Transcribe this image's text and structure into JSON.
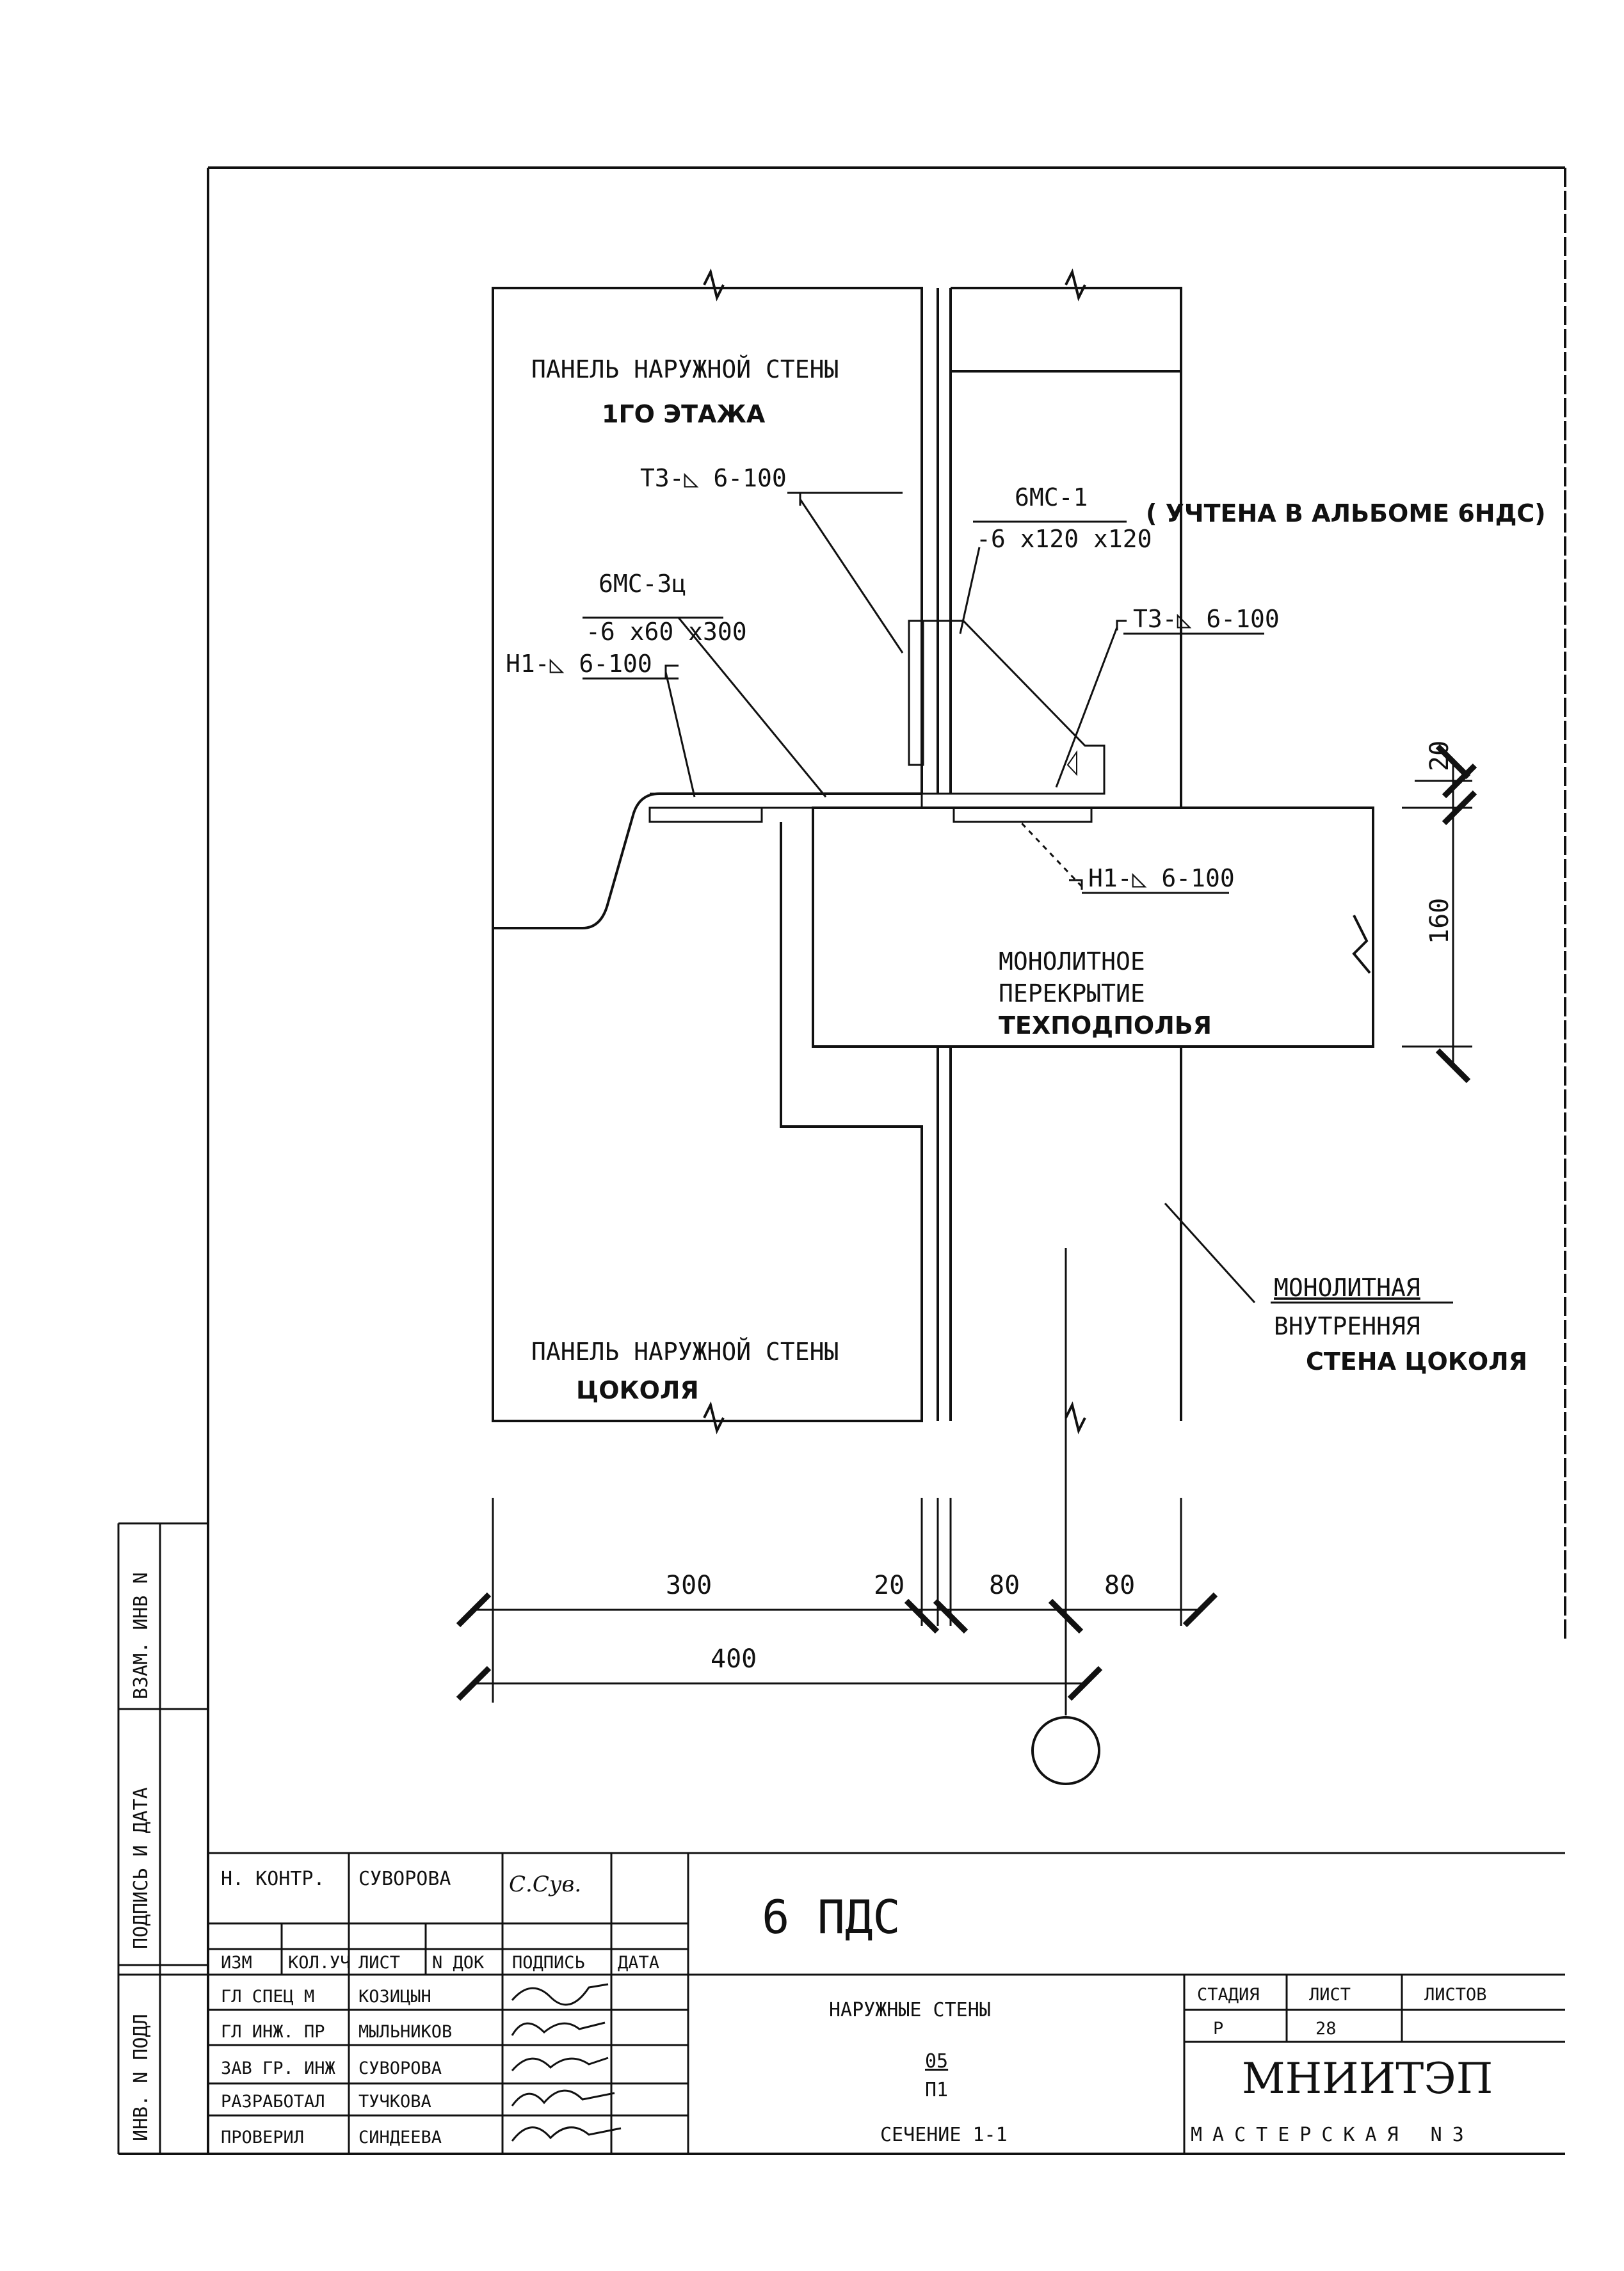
{
  "drawing": {
    "panel_top": {
      "line1": "ПАНЕЛЬ НАРУЖНОЙ СТЕНЫ",
      "line2": "1ГО ЭТАЖА"
    },
    "panel_bottom": {
      "line1": "ПАНЕЛЬ НАРУЖНОЙ СТЕНЫ",
      "line2": "ЦОКОЛЯ"
    },
    "slab": {
      "line1": "МОНОЛИТНОЕ",
      "line2": "ПЕРЕКРЫТИЕ",
      "line3": "ТЕХПОДПОЛЬЯ"
    },
    "inner_wall": {
      "line1": "МОНОЛИТНАЯ",
      "line2": "ВНУТРЕННЯЯ",
      "line3": "СТЕНА ЦОКОЛЯ"
    },
    "callouts": {
      "t3_left": "Т3-◺ 6-100",
      "t3_right": "Т3-◺ 6-100",
      "n1_left": "Н1-◺ 6-100",
      "n1_right": "Н1-◺ 6-100",
      "mc1_top": "6МС-1",
      "mc1_bottom": "-6 х120 х120",
      "mc1_note": "( УЧТЕНА В АЛЬБОМЕ 6НДС)",
      "mc3_top": "6МС-3ц",
      "mc3_bottom": "-6 х60 х300"
    },
    "dimensions": {
      "d300": "300",
      "d20_bottom": "20",
      "d80_left": "80",
      "d80_right": "80",
      "d400": "400",
      "d20_right": "20",
      "d160": "160"
    }
  },
  "side_stamp": {
    "vzam": "ВЗАМ. ИНВ N",
    "podpis": "ПОДПИСЬ И ДАТА",
    "inv": "ИНВ. N ПОДЛ"
  },
  "title_block": {
    "nkontr_label": "Н. КОНТР.",
    "nkontr_name": "СУВОРОВА",
    "header": {
      "izm": "ИЗМ",
      "kol": "КОЛ.УЧ",
      "list": "ЛИСТ",
      "ndok": "N ДОК",
      "podpis": "ПОДПИСЬ",
      "data": "ДАТА"
    },
    "people": [
      {
        "role": "ГЛ СПЕЦ М",
        "name": "КОЗИЦЫН"
      },
      {
        "role": "ГЛ ИНЖ. ПР",
        "name": "МЫЛЬНИКОВ"
      },
      {
        "role": "ЗАВ ГР. ИНЖ",
        "name": "СУВОРОВА"
      },
      {
        "role": "РАЗРАБОТАЛ",
        "name": "ТУЧКОВА"
      },
      {
        "role": "ПРОВЕРИЛ",
        "name": "СИНДЕЕВА"
      }
    ],
    "code": "6 ПДС",
    "section_title": "НАРУЖНЫЕ СТЕНЫ",
    "frac_top": "05",
    "frac_bottom": "П1",
    "section_name": "СЕЧЕНИЕ 1-1",
    "stage_label": "СТАДИЯ",
    "sheet_label": "ЛИСТ",
    "sheets_label": "ЛИСТОВ",
    "stage_value": "Р",
    "sheet_value": "28",
    "org": "МНИИТЭП",
    "workshop": "МАСТЕРСКАЯ N3"
  }
}
